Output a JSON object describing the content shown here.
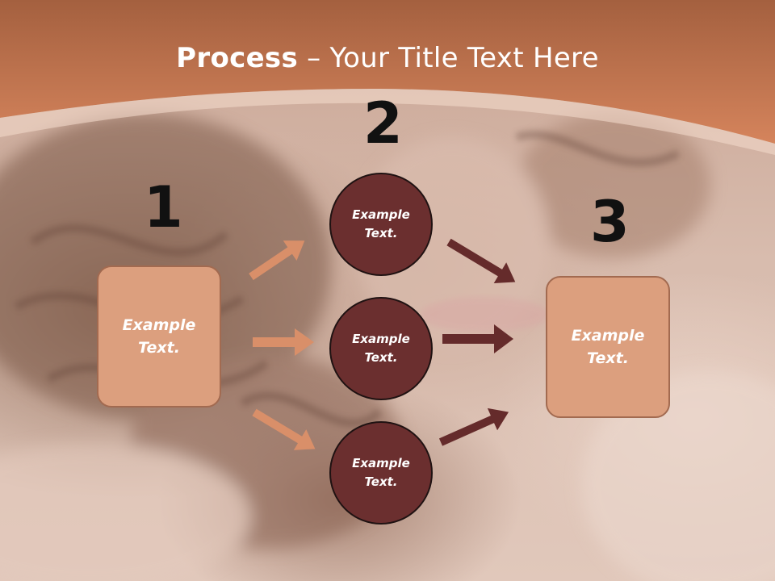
{
  "title": {
    "bold": "Process",
    "rest": " – Your Title Text Here"
  },
  "steps": [
    {
      "number": "1"
    },
    {
      "number": "2"
    },
    {
      "number": "3"
    }
  ],
  "input_box": {
    "text": "Example\nText."
  },
  "nodes": [
    {
      "text": "Example\nText."
    },
    {
      "text": "Example\nText."
    },
    {
      "text": "Example\nText."
    }
  ],
  "output_box": {
    "text": "Example\nText."
  },
  "colors": {
    "header": "#c97b56",
    "box_fill": "#dc9f7e",
    "box_border": "#a26a50",
    "circle_fill": "#6b2f2f",
    "arrow_light": "#d98f69",
    "arrow_dark": "#652b2b"
  }
}
